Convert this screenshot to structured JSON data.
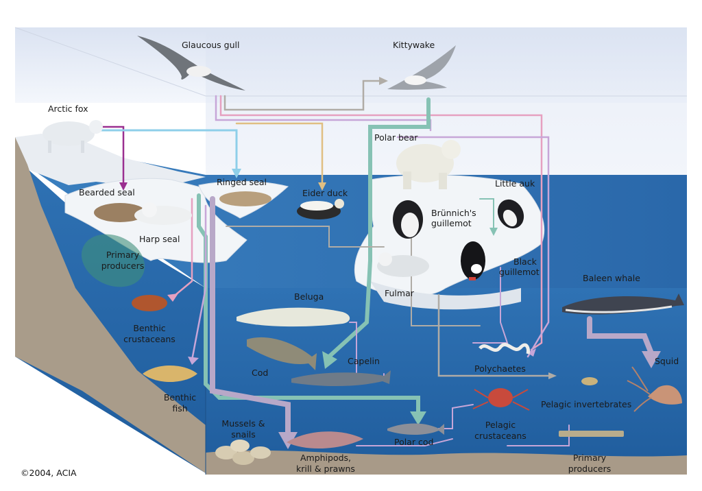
{
  "labels": {
    "glaucous_gull": "Glaucous gull",
    "kittywake": "Kittywake",
    "arctic_fox": "Arctic fox",
    "polar_bear": "Polar bear",
    "ringed_seal": "Ringed seal",
    "bearded_seal": "Bearded seal",
    "eider_duck": "Eider duck",
    "little_auk": "Little auk",
    "brunnich_line1": "Brünnich's",
    "brunnich_line2": "guillemot",
    "harp_seal": "Harp seal",
    "black_line1": "Black",
    "black_line2": "guillemot",
    "primary_producers_shelf_line1": "Primary",
    "primary_producers_shelf_line2": "producers",
    "fulmar": "Fulmar",
    "beluga": "Beluga",
    "baleen_whale": "Baleen whale",
    "benthic_crustaceans_line1": "Benthic",
    "benthic_crustaceans_line2": "crustaceans",
    "capelin": "Capelin",
    "cod": "Cod",
    "polychaetes": "Polychaetes",
    "squid": "Squid",
    "benthic_fish_line1": "Benthic",
    "benthic_fish_line2": "fish",
    "pelagic_invertebrates": "Pelagic invertebrates",
    "mussels_line1": "Mussels &",
    "mussels_line2": "snails",
    "pelagic_crustaceans_line1": "Pelagic",
    "pelagic_crustaceans_line2": "crustaceans",
    "polar_cod": "Polar cod",
    "amphipods_line1": "Amphipods,",
    "amphipods_line2": "krill & prawns",
    "primary_producers_bottom_line1": "Primary",
    "primary_producers_bottom_line2": "producers"
  },
  "copyright": "©2004, ACIA",
  "colors": {
    "sky": "#e6ecf7",
    "sea_surface": "#2f6fb0",
    "sea_side": "#2a66a8",
    "ice": "#f2f5f8",
    "seabed": "#a89a88",
    "land": "#b5a999",
    "link_grey": "#b0aca6",
    "link_teal": "#86c2b4",
    "link_purple": "#9a2f90",
    "link_lilac": "#c7a6d8",
    "link_blue": "#8ecfe9",
    "link_tan": "#e0bf82",
    "link_pink": "#e6a0c0"
  }
}
